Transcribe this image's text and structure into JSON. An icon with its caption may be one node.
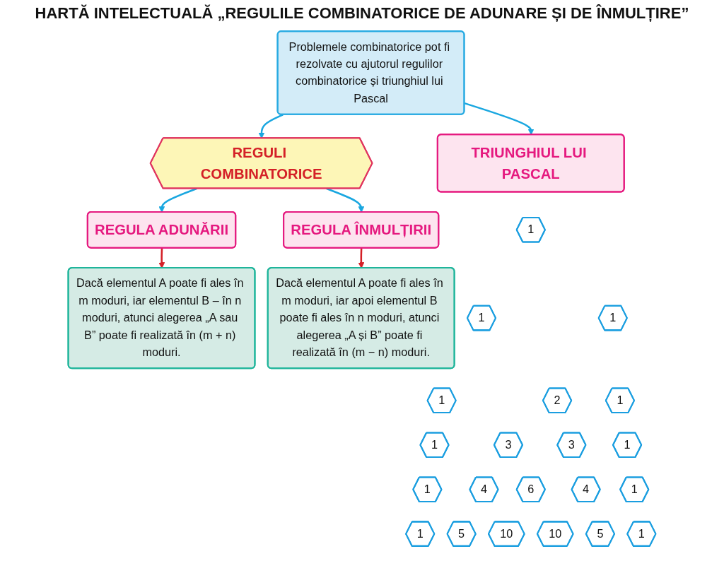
{
  "diagram": {
    "title": "HARTĂ INTELECTUALĂ „REGULILE COMBINATORICE DE ADUNARE ȘI DE ÎNMULȚIRE”",
    "nodes": [
      {
        "text": [
          "REGULI COMBINATORICE"
        ]
      },
      {
        "text": [
          "REGULA ADUNĂRII"
        ]
      },
      {
        "text": [
          "REGULA ÎNMULȚIRII"
        ]
      },
      {
        "text": [
          "Problemele combinatorice pot fi rezolvate cu ajutorul regulilor combinatorice și triunghiul lui Pascal"
        ]
      },
      {
        "text": [
          "Dacă elementul A poate fi ales în m moduri, iar elementul B – în n moduri, atunci alegerea „A sau B” poate fi realizată în (m + n) moduri."
        ]
      },
      {
        "text": [
          "Dacă elementul A poate fi ales în m moduri, iar apoi elementul B poate fi ales în n moduri, atunci alegerea „A și B” poate fi realizată în (m − n) moduri."
        ]
      },
      {
        "text": [
          "TRIUNGHIUL LUI PASCAL"
        ]
      },
      {
        "text": [
          "1"
        ]
      },
      {
        "text": [
          "1"
        ]
      },
      {
        "text": [
          "1"
        ]
      },
      {
        "text": [
          "1"
        ]
      },
      {
        "text": [
          "2"
        ]
      },
      {
        "text": [
          "1"
        ]
      },
      {
        "text": [
          "1"
        ]
      },
      {
        "text": [
          "3"
        ]
      },
      {
        "text": [
          "3"
        ]
      },
      {
        "text": [
          "1"
        ]
      },
      {
        "text": [
          "1"
        ]
      },
      {
        "text": [
          "4"
        ]
      },
      {
        "text": [
          "6"
        ]
      },
      {
        "text": [
          "4"
        ]
      },
      {
        "text": [
          "1"
        ]
      },
      {
        "text": [
          "1"
        ]
      },
      {
        "text": [
          "5"
        ]
      },
      {
        "text": [
          "10"
        ]
      },
      {
        "text": [
          "10"
        ]
      },
      {
        "text": [
          "5"
        ]
      },
      {
        "text": [
          "1"
        ]
      }
    ],
    "edges": [
      {
        "from": 0,
        "to": 1,
        "arrow": "to"
      },
      {
        "from": 0,
        "to": 2,
        "arrow": "to"
      },
      {
        "from": 1,
        "to": 4,
        "arrow": "to",
        "color": "#d42027"
      },
      {
        "from": 2,
        "to": 5,
        "arrow": "to",
        "color": "#d42027"
      },
      {
        "from": 3,
        "to": 0,
        "arrow": "to"
      },
      {
        "from": 3,
        "to": 6,
        "arrow": "to"
      }
    ]
  }
}
